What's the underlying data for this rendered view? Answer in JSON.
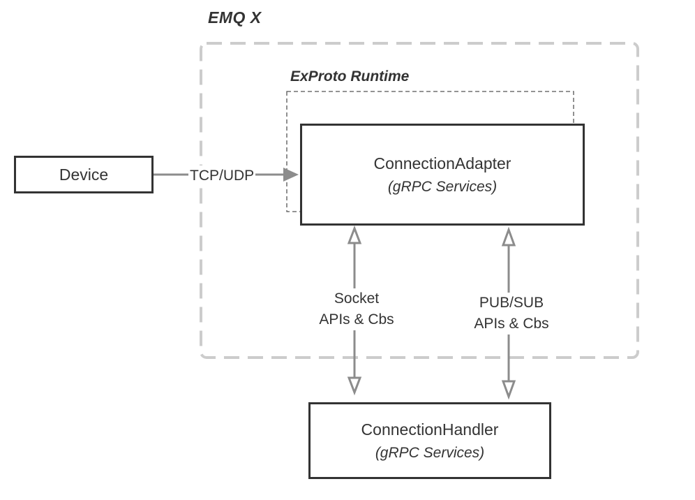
{
  "groups": {
    "emqx_title": "EMQ X",
    "exproto_title": "ExProto Runtime"
  },
  "nodes": {
    "device": {
      "label": "Device"
    },
    "connection_adapter": {
      "title": "ConnectionAdapter",
      "subtitle": "(gRPC Services)"
    },
    "connection_handler": {
      "title": "ConnectionHandler",
      "subtitle": "(gRPC Services)"
    }
  },
  "edges": {
    "device_to_adapter": {
      "label": "TCP/UDP"
    },
    "socket": {
      "line1": "Socket",
      "line2": "APIs & Cbs"
    },
    "pubsub": {
      "line1": "PUB/SUB",
      "line2": "APIs & Cbs"
    }
  },
  "colors": {
    "box_border": "#333333",
    "emqx_dash": "#cccccc",
    "exproto_dash": "#555555",
    "arrow": "#8c8c8c"
  }
}
